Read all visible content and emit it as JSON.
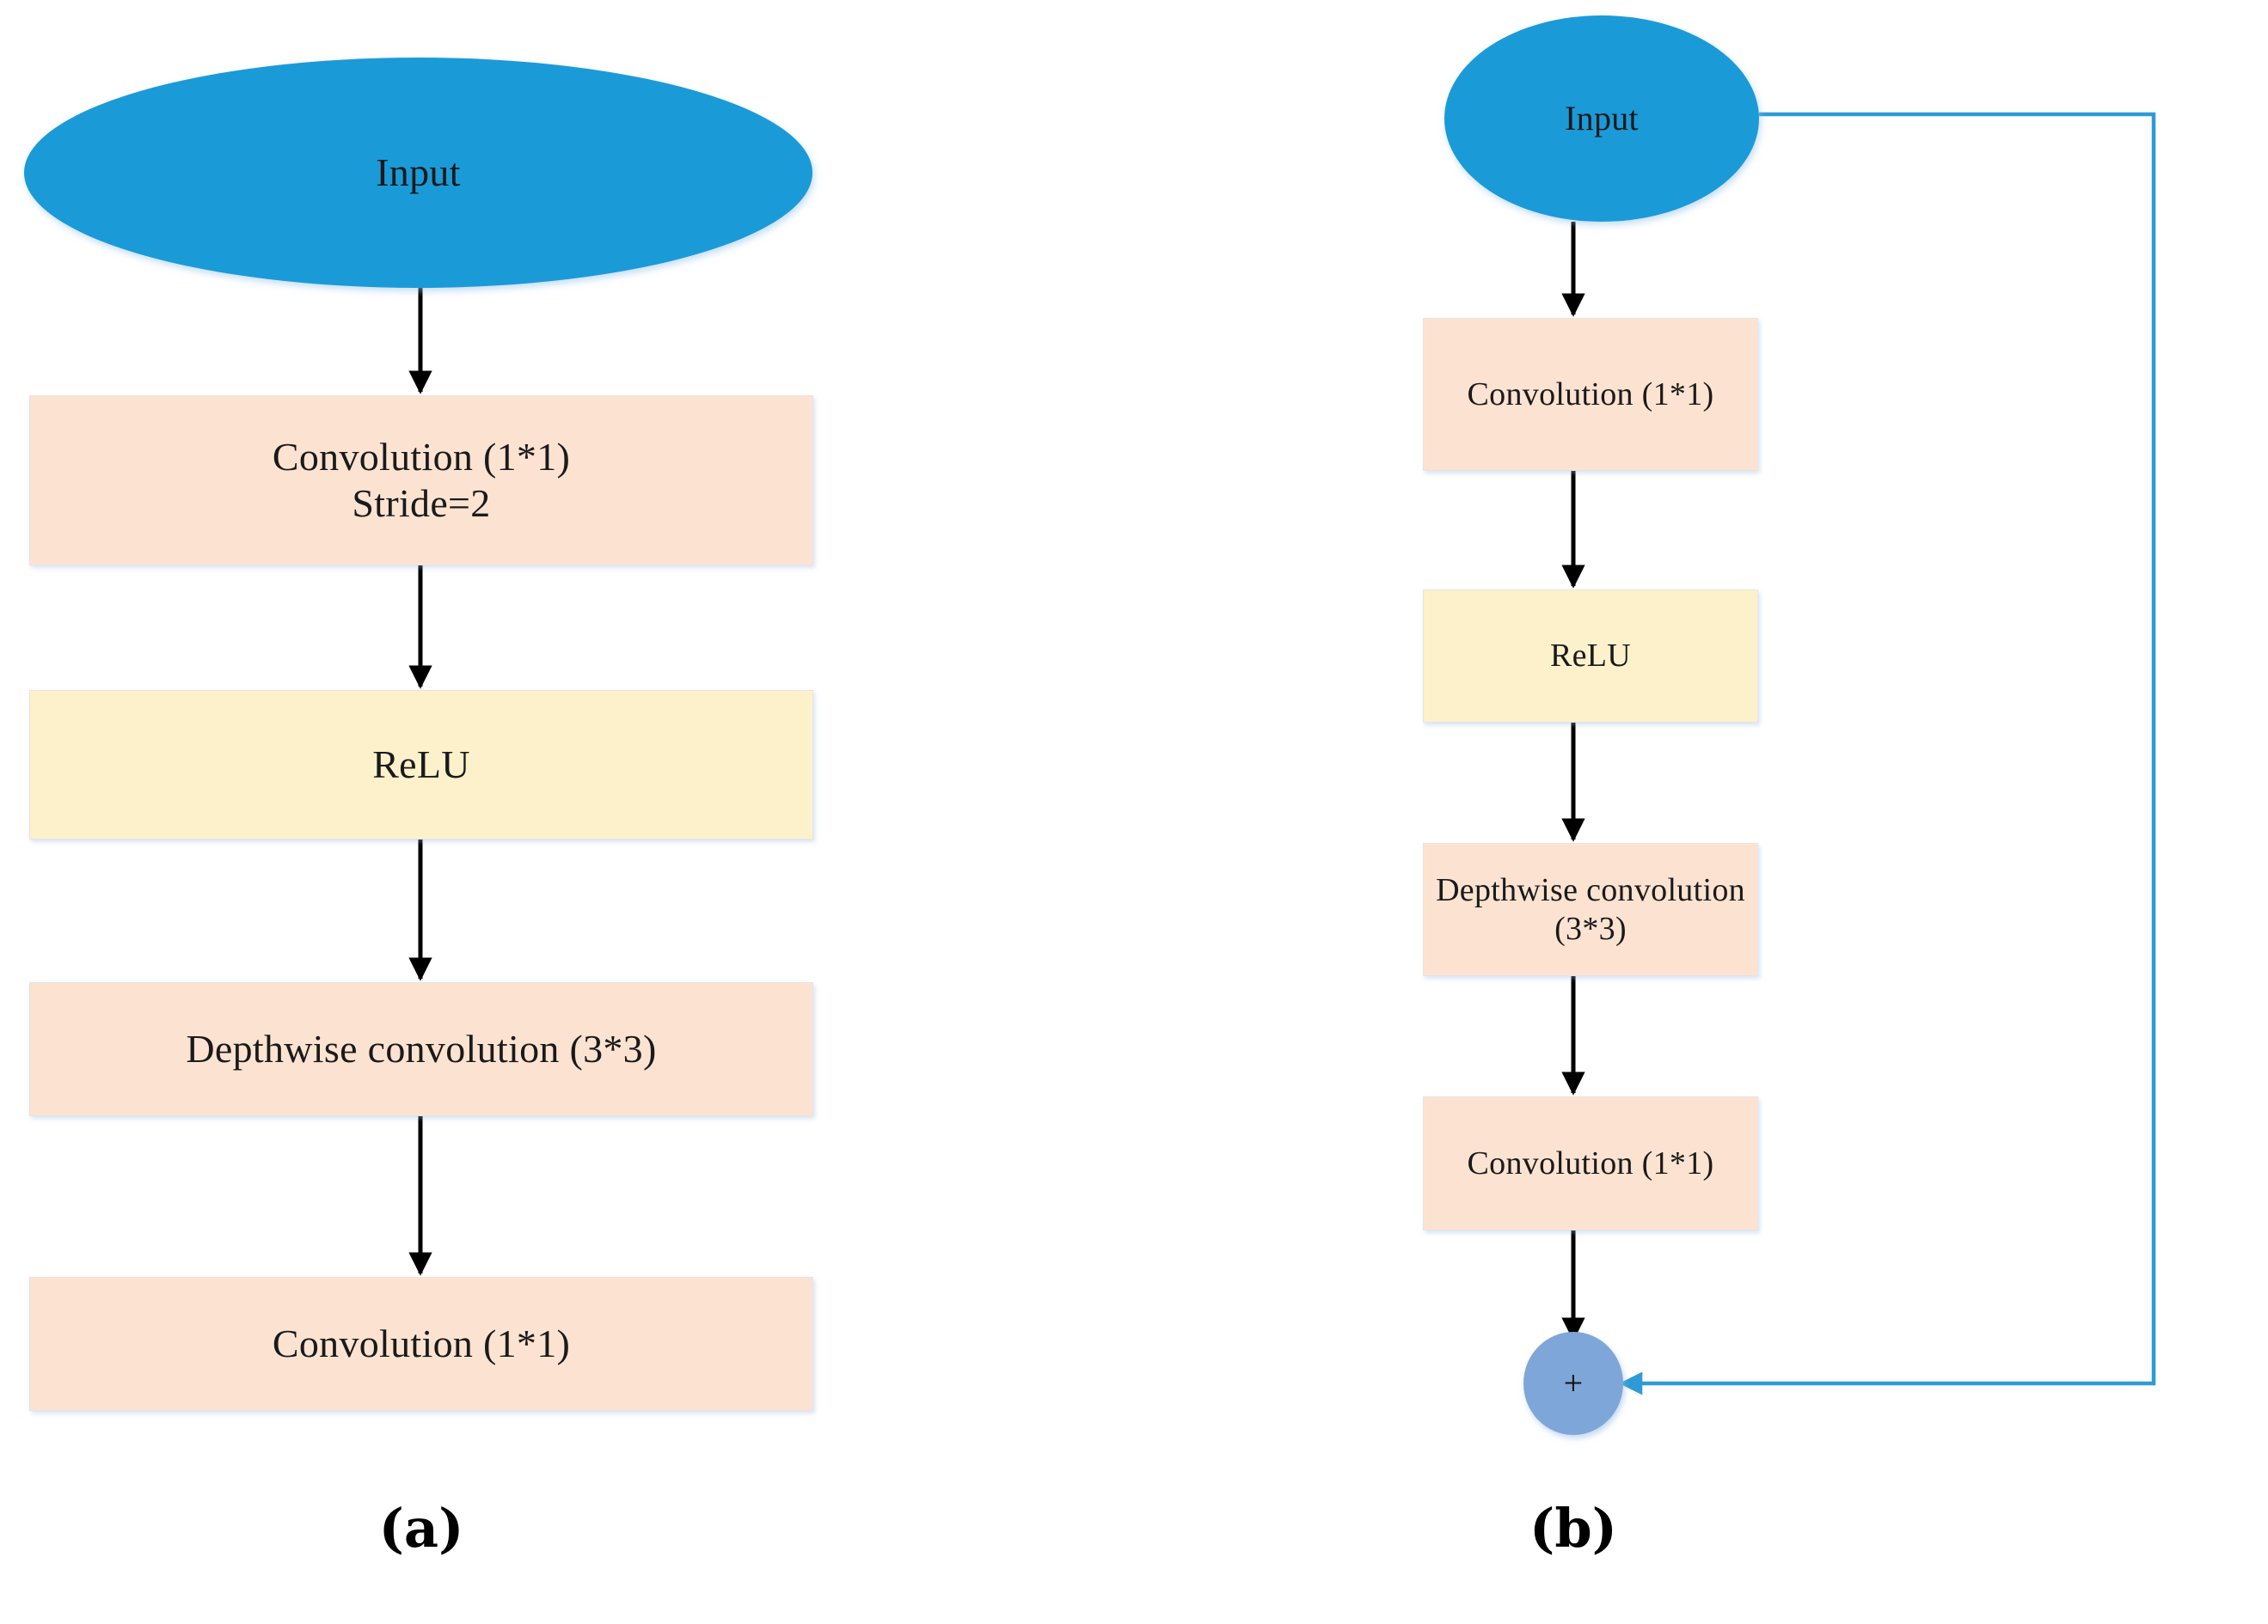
{
  "figure": {
    "type": "flowchart",
    "description": "Two neural-network block diagrams side by side",
    "colors": {
      "input_ellipse": "#1b9ad8",
      "convolution_box": "#fce3d1",
      "relu_box": "#fdf1cc",
      "add_node": "#7fa6d8",
      "arrow": "#000000",
      "skip_connection": "#2e9bd6"
    }
  },
  "panel_a": {
    "caption": "(a)",
    "nodes": [
      {
        "id": "input",
        "label": "Input",
        "shape": "ellipse",
        "fill": "#1b9ad8"
      },
      {
        "id": "conv1",
        "label": "Convolution (1*1)",
        "label2": "Stride=2",
        "shape": "rect",
        "fill": "#fce3d1"
      },
      {
        "id": "relu",
        "label": "ReLU",
        "shape": "rect",
        "fill": "#fdf1cc"
      },
      {
        "id": "dwconv",
        "label": "Depthwise convolution (3*3)",
        "shape": "rect",
        "fill": "#fce3d1"
      },
      {
        "id": "conv2",
        "label": "Convolution (1*1)",
        "shape": "rect",
        "fill": "#fce3d1"
      }
    ],
    "edges": [
      {
        "from": "input",
        "to": "conv1",
        "style": "solid-black-arrow"
      },
      {
        "from": "conv1",
        "to": "relu",
        "style": "solid-black-arrow"
      },
      {
        "from": "relu",
        "to": "dwconv",
        "style": "solid-black-arrow"
      },
      {
        "from": "dwconv",
        "to": "conv2",
        "style": "solid-black-arrow"
      }
    ]
  },
  "panel_b": {
    "caption": "(b)",
    "nodes": [
      {
        "id": "input",
        "label": "Input",
        "shape": "ellipse",
        "fill": "#1b9ad8"
      },
      {
        "id": "conv1",
        "label": "Convolution (1*1)",
        "shape": "rect",
        "fill": "#fce3d1"
      },
      {
        "id": "relu",
        "label": "ReLU",
        "shape": "rect",
        "fill": "#fdf1cc"
      },
      {
        "id": "dwconv",
        "label": "Depthwise convolution (3*3)",
        "shape": "rect",
        "fill": "#fce3d1"
      },
      {
        "id": "conv2",
        "label": "Convolution (1*1)",
        "shape": "rect",
        "fill": "#fce3d1"
      },
      {
        "id": "add",
        "label": "+",
        "shape": "circle",
        "fill": "#7fa6d8"
      }
    ],
    "edges": [
      {
        "from": "input",
        "to": "conv1",
        "style": "solid-black-arrow"
      },
      {
        "from": "conv1",
        "to": "relu",
        "style": "solid-black-arrow"
      },
      {
        "from": "relu",
        "to": "dwconv",
        "style": "solid-black-arrow"
      },
      {
        "from": "dwconv",
        "to": "conv2",
        "style": "solid-black-arrow"
      },
      {
        "from": "conv2",
        "to": "add",
        "style": "solid-black-arrow"
      },
      {
        "from": "input",
        "to": "add",
        "style": "blue-skip-connection"
      }
    ]
  }
}
